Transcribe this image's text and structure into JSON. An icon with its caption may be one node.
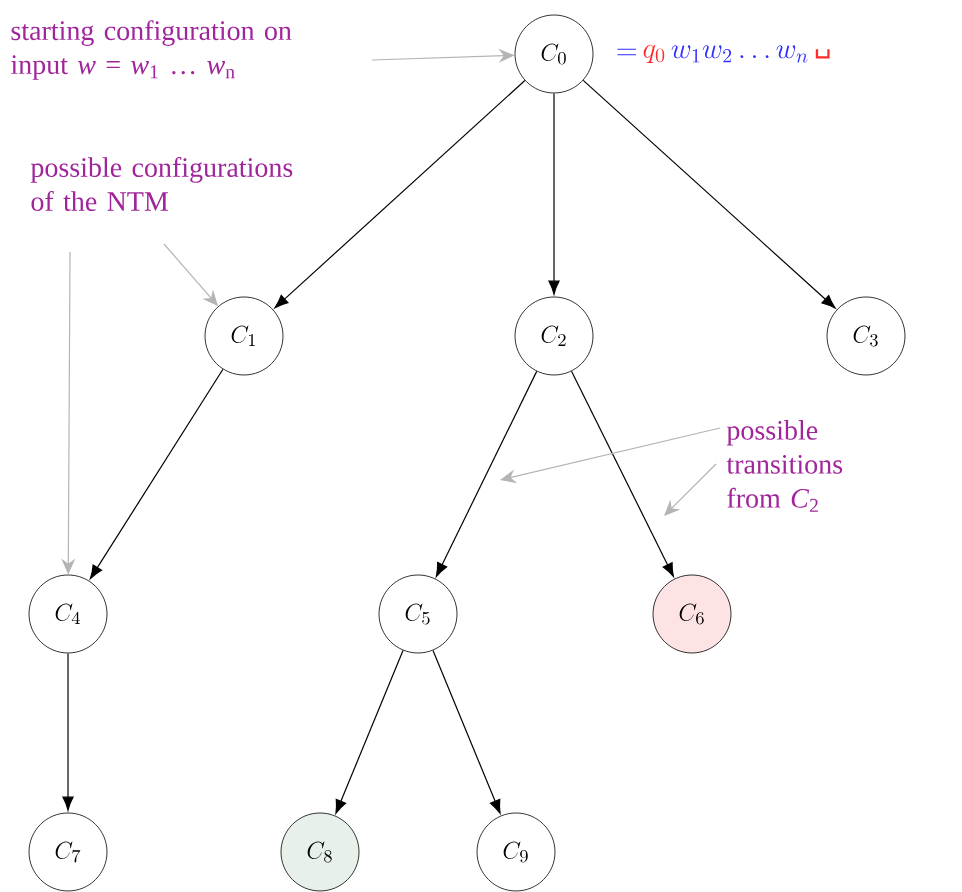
{
  "diagram": {
    "nodes": [
      {
        "text": [
          "C_0"
        ],
        "beside": [
          "=",
          "q_0",
          "w_1w_2\\ldots w_n",
          "␣"
        ]
      },
      {
        "text": [
          "C_1"
        ]
      },
      {
        "text": [
          "C_2"
        ]
      },
      {
        "text": [
          "C_3"
        ]
      },
      {
        "text": [
          "C_4"
        ]
      },
      {
        "text": [
          "C_5"
        ]
      },
      {
        "text": [
          "C_6"
        ]
      },
      {
        "text": [
          "C_7"
        ]
      },
      {
        "text": [
          "C_8"
        ]
      },
      {
        "text": [
          "C_9"
        ]
      },
      {
        "text": [
          "starting configuration on input *w* = *w*$_{1}$ … *w*$_{n}$"
        ]
      },
      {
        "text": [
          "possible configurations of the NTM"
        ]
      },
      {
        "text": [
          "possible transitions from *C*$_{2}$"
        ]
      }
    ],
    "edges": [
      {
        "from": 0,
        "to": 1,
        "arrow": "to"
      },
      {
        "from": 0,
        "to": 2,
        "arrow": "to"
      },
      {
        "from": 0,
        "to": 3,
        "arrow": "to"
      },
      {
        "from": 1,
        "to": 4,
        "arrow": "to"
      },
      {
        "from": 2,
        "to": 5,
        "arrow": "to"
      },
      {
        "from": 2,
        "to": 6,
        "arrow": "to"
      },
      {
        "from": 4,
        "to": 7,
        "arrow": "to"
      },
      {
        "from": 5,
        "to": 8,
        "arrow": "to"
      },
      {
        "from": 5,
        "to": 9,
        "arrow": "to"
      },
      {
        "from": 10,
        "to": 0,
        "arrow": "to",
        "color": "#b4b4b4"
      },
      {
        "from": 11,
        "to": 1,
        "arrow": "to",
        "color": "#b4b4b4"
      },
      {
        "from": 11,
        "to": 4,
        "arrow": "to",
        "color": "#b4b4b4"
      },
      {
        "from": 12,
        "to": null,
        "arrow": "to",
        "color": "#b4b4b4"
      },
      {
        "from": 12,
        "to": null,
        "arrow": "to",
        "color": "#b4b4b4"
      }
    ]
  }
}
